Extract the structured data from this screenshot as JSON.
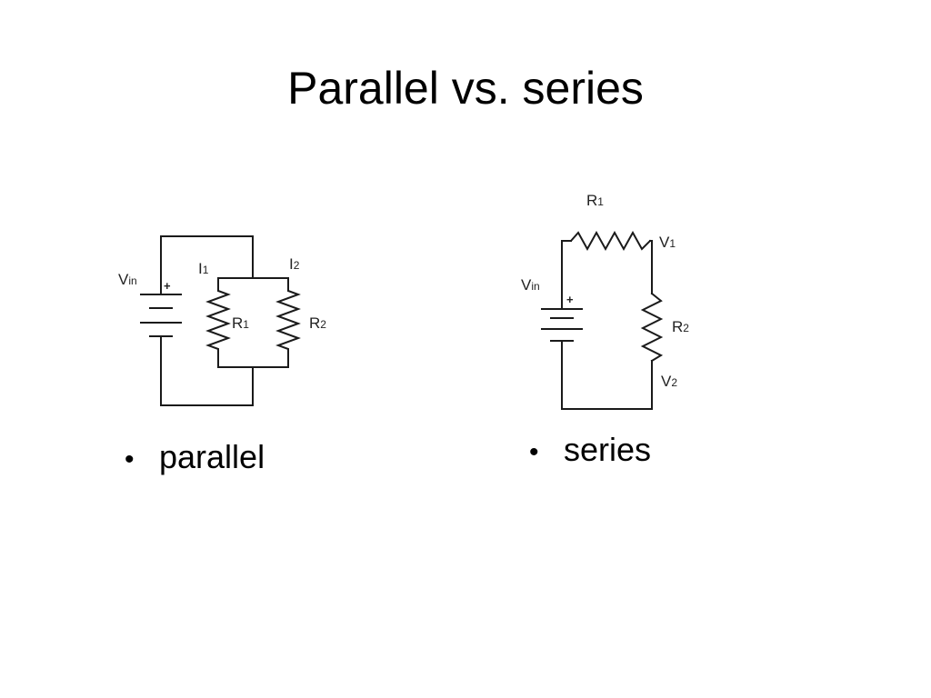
{
  "slide": {
    "title": "Parallel vs. series",
    "bullet_glyph": "•"
  },
  "parallel_diagram": {
    "source_label": "V",
    "source_label_sub": "in",
    "plus_sign": "+",
    "current_1": "I",
    "current_1_sub": "1",
    "current_2": "I",
    "current_2_sub": "2",
    "resistor_1": "R",
    "resistor_1_sub": "1",
    "resistor_2": "R",
    "resistor_2_sub": "2",
    "caption": "parallel"
  },
  "series_diagram": {
    "source_label": "V",
    "source_label_sub": "in",
    "plus_sign": "+",
    "resistor_1": "R",
    "resistor_1_sub": "1",
    "resistor_2": "R",
    "resistor_2_sub": "2",
    "voltage_1": "V",
    "voltage_1_sub": "1",
    "voltage_2": "V",
    "voltage_2_sub": "2",
    "caption": "series"
  },
  "colors": {
    "background": "#ffffff",
    "ink": "#1a1a1a"
  }
}
